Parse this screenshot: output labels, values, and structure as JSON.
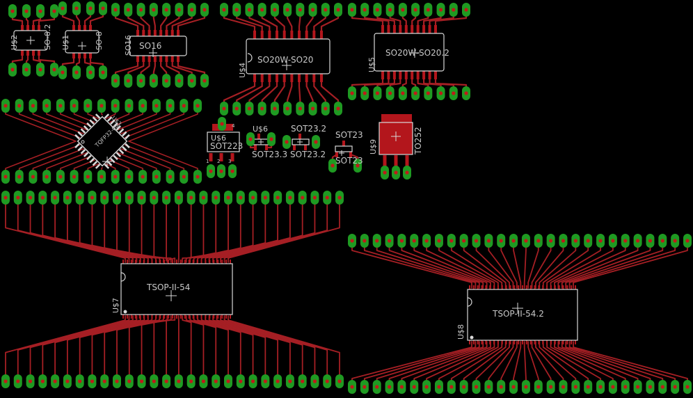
{
  "colors": {
    "background": "#000000",
    "trace": "#a51f24",
    "pad": "#1f9a22",
    "drill": "#c01a1a",
    "silk": "#d9d9d9",
    "fill": "#b3161c"
  },
  "components": {
    "u2": {
      "ref": "U$2",
      "pkg": "SO-8.2"
    },
    "u1": {
      "ref": "U$1",
      "pkg": "SO-8"
    },
    "so16": {
      "pkg": "SO16"
    },
    "u4": {
      "ref": "U$4",
      "pkg": "SO20W-SO20"
    },
    "u5": {
      "ref": "U$5",
      "pkg": "SO20W-SO20.2"
    },
    "tqfp": {
      "pkg": "TQFP32-08",
      "ref": "U$3"
    },
    "u6": {
      "ref": "U$6",
      "pkg": "SOT223",
      "pin1": "1",
      "pin2": "2",
      "pin3": "3",
      "pin4": "4"
    },
    "sot233": {
      "ref": "U$6",
      "pkg": "SOT23.3"
    },
    "sot232": {
      "pkg": "SOT23.2",
      "pkg2": "SOT23.2"
    },
    "sot23": {
      "pkg": "SOT23",
      "pkg2": "SOT23"
    },
    "u9": {
      "ref": "U$9",
      "pkg": "TO252"
    },
    "u7": {
      "ref": "U$7",
      "pkg": "TSOP-II-54"
    },
    "u8": {
      "ref": "U$8",
      "pkg": "TSOP-II-54.2"
    }
  }
}
